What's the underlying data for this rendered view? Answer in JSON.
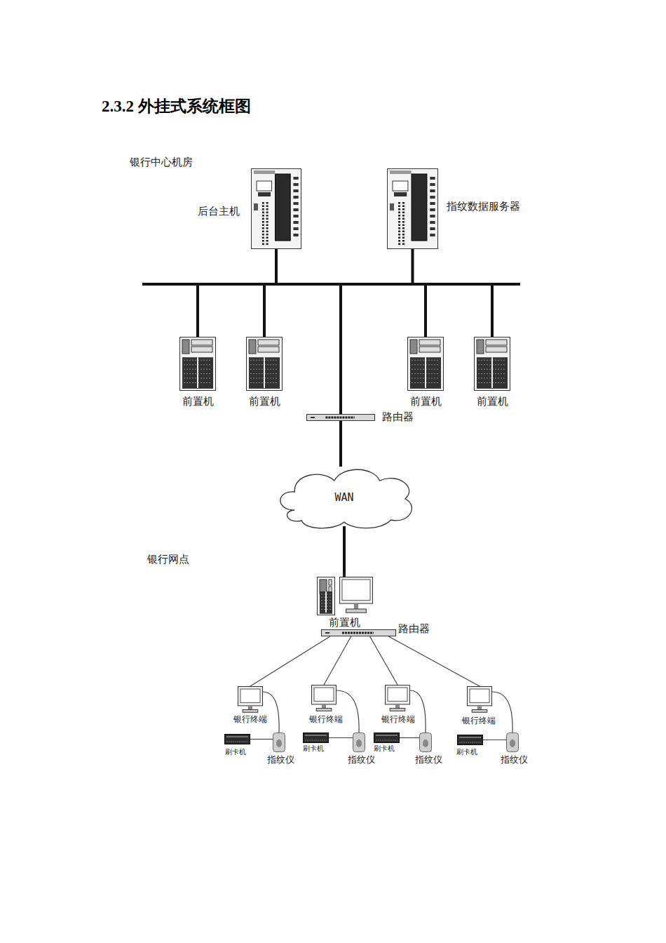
{
  "diagram": {
    "title": "2.3.2 外挂式系统框图",
    "nodes": [
      {
        "text": [
          "后台主机"
        ]
      },
      {
        "text": [
          "指纹数据服务器"
        ]
      },
      {
        "text": [
          "前置机"
        ]
      },
      {
        "text": [
          "前置机"
        ]
      },
      {
        "text": [
          "前置机"
        ]
      },
      {
        "text": [
          "前置机"
        ]
      },
      {
        "text": [
          "路由器"
        ]
      },
      {
        "text": [
          "WAN"
        ]
      },
      {
        "text": [
          "前置机"
        ]
      },
      {
        "text": [
          "路由器"
        ]
      },
      {
        "text": [
          "银行终端"
        ]
      },
      {
        "text": [
          "银行终端"
        ]
      },
      {
        "text": [
          "银行终端"
        ]
      },
      {
        "text": [
          "银行终端"
        ]
      },
      {
        "text": [
          "刷卡机"
        ]
      },
      {
        "text": [
          "指纹仪"
        ]
      },
      {
        "text": [
          "刷卡机"
        ]
      },
      {
        "text": [
          "指纹仪"
        ]
      },
      {
        "text": [
          "刷卡机"
        ]
      },
      {
        "text": [
          "指纹仪"
        ]
      },
      {
        "text": [
          "刷卡机"
        ]
      },
      {
        "text": [
          "指纹仪"
        ]
      }
    ],
    "edges": [
      {
        "from": 0,
        "to": 6,
        "arrow": "none"
      },
      {
        "from": 1,
        "to": 6,
        "arrow": "none"
      },
      {
        "from": 2,
        "to": 6,
        "arrow": "none"
      },
      {
        "from": 3,
        "to": 6,
        "arrow": "none"
      },
      {
        "from": 4,
        "to": 6,
        "arrow": "none"
      },
      {
        "from": 5,
        "to": 6,
        "arrow": "none"
      },
      {
        "from": 6,
        "to": 7,
        "arrow": "none"
      },
      {
        "from": 7,
        "to": 8,
        "arrow": "none"
      },
      {
        "from": 9,
        "to": 10,
        "arrow": "none"
      },
      {
        "from": 9,
        "to": 11,
        "arrow": "none"
      },
      {
        "from": 9,
        "to": 12,
        "arrow": "none"
      },
      {
        "from": 9,
        "to": 13,
        "arrow": "none"
      },
      {
        "from": 10,
        "to": 15,
        "arrow": "none"
      },
      {
        "from": 14,
        "to": 15,
        "arrow": "none"
      },
      {
        "from": 11,
        "to": 17,
        "arrow": "none"
      },
      {
        "from": 16,
        "to": 17,
        "arrow": "none"
      },
      {
        "from": 12,
        "to": 19,
        "arrow": "none"
      },
      {
        "from": 18,
        "to": 19,
        "arrow": "none"
      },
      {
        "from": 13,
        "to": 21,
        "arrow": "none"
      },
      {
        "from": 20,
        "to": 21,
        "arrow": "none"
      }
    ],
    "labels": [
      "银行中心机房",
      "银行网点"
    ]
  }
}
